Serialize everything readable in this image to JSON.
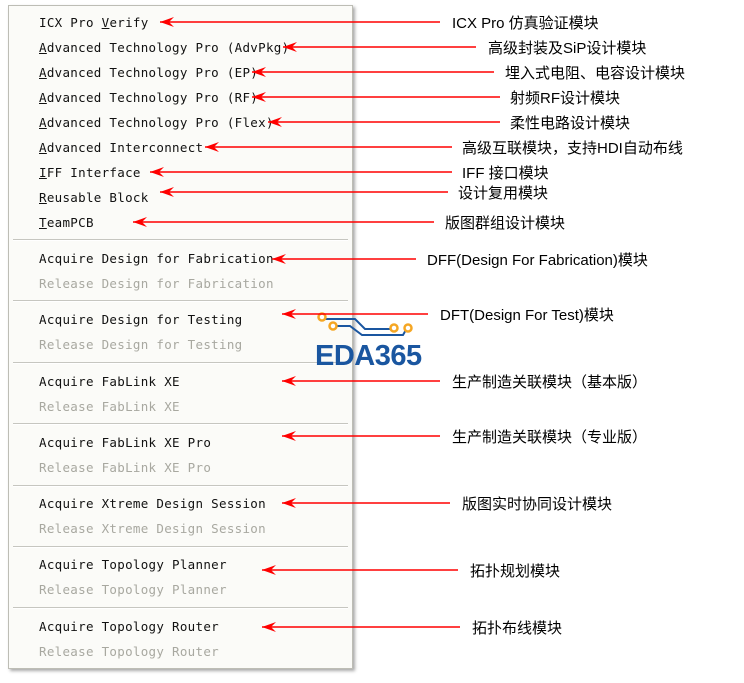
{
  "menu": {
    "items": [
      {
        "label": "ICX Pro Verify",
        "mnemonic": "V",
        "enabled": true
      },
      {
        "label": "Advanced Technology Pro (AdvPkg)",
        "mnemonic": "A",
        "enabled": true
      },
      {
        "label": "Advanced Technology Pro (EP)",
        "mnemonic": "A",
        "enabled": true
      },
      {
        "label": "Advanced Technology Pro (RF)",
        "mnemonic": "A",
        "enabled": true
      },
      {
        "label": "Advanced Technology Pro (Flex)",
        "mnemonic": "A",
        "enabled": true
      },
      {
        "label": "Advanced Interconnect",
        "mnemonic": "A",
        "enabled": true
      },
      {
        "label": "IFF Interface",
        "mnemonic": "I",
        "enabled": true
      },
      {
        "label": "Reusable Block",
        "mnemonic": "R",
        "enabled": true
      },
      {
        "label": "TeamPCB",
        "mnemonic": "T",
        "enabled": true
      },
      {
        "label": "Acquire Design for Fabrication",
        "enabled": true
      },
      {
        "label": "Release Design for Fabrication",
        "enabled": false
      },
      {
        "label": "Acquire Design for Testing",
        "enabled": true
      },
      {
        "label": "Release Design for Testing",
        "enabled": false
      },
      {
        "label": "Acquire FabLink XE",
        "enabled": true
      },
      {
        "label": "Release FabLink XE",
        "enabled": false
      },
      {
        "label": "Acquire FabLink XE Pro",
        "enabled": true
      },
      {
        "label": "Release FabLink XE Pro",
        "enabled": false
      },
      {
        "label": "Acquire Xtreme Design Session",
        "enabled": true
      },
      {
        "label": "Release Xtreme Design Session",
        "enabled": false
      },
      {
        "label": "Acquire Topology Planner",
        "enabled": true
      },
      {
        "label": "Release Topology Planner",
        "enabled": false
      },
      {
        "label": "Acquire Topology Router",
        "enabled": true
      },
      {
        "label": "Release Topology Router",
        "enabled": false
      }
    ]
  },
  "annotations": [
    "ICX Pro 仿真验证模块",
    "高级封装及SiP设计模块",
    "埋入式电阻、电容设计模块",
    "射频RF设计模块",
    "柔性电路设计模块",
    "高级互联模块，支持HDI自动布线",
    "IFF 接口模块",
    "设计复用模块",
    "版图群组设计模块",
    "DFF(Design For Fabrication)模块",
    "DFT(Design For Test)模块",
    "生产制造关联模块（基本版）",
    "生产制造关联模块（专业版）",
    "版图实时协同设计模块",
    "拓扑规划模块",
    "拓扑布线模块"
  ],
  "watermark": "EDA365",
  "colors": {
    "arrow": "#ff0000",
    "logo": "#1a56a0",
    "logo_dot": "#f5a623"
  }
}
